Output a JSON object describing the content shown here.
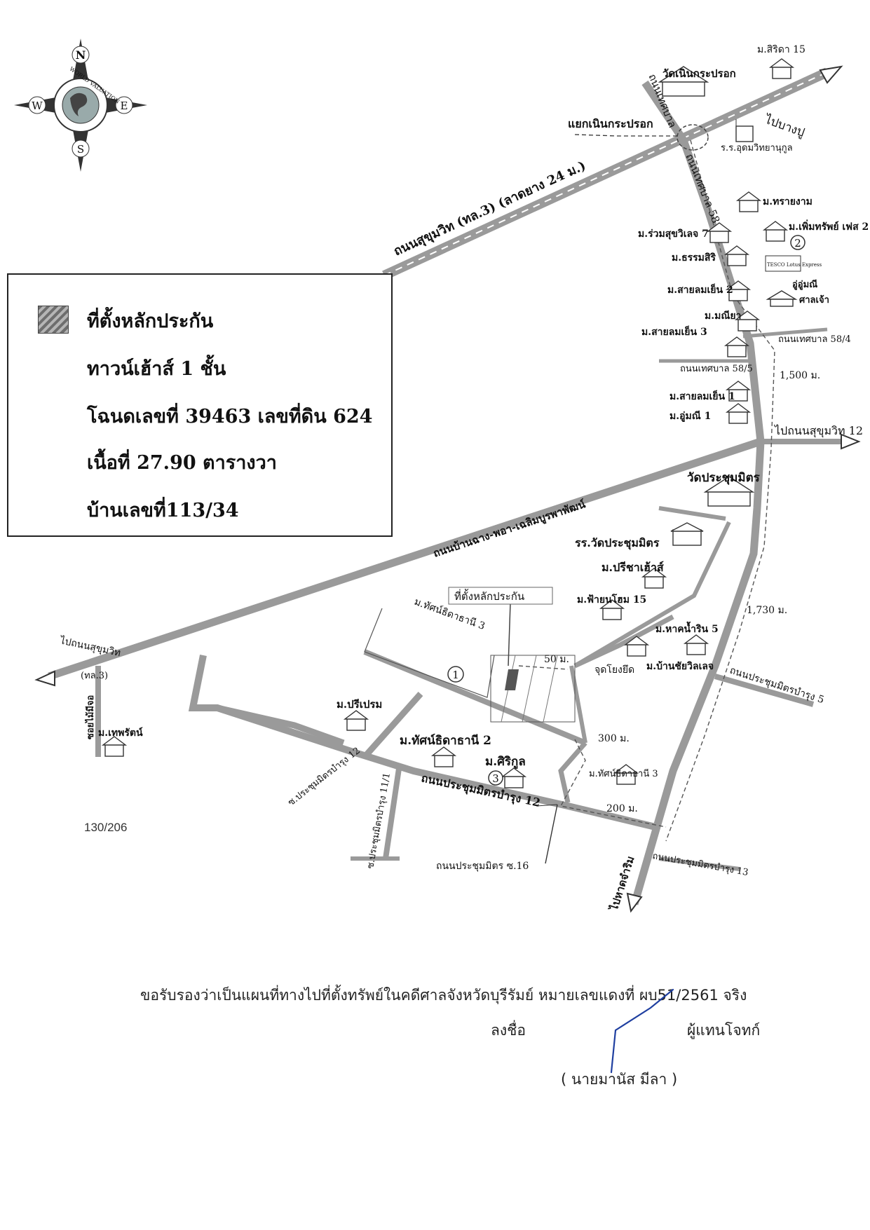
{
  "compass": {
    "north": "N",
    "south": "S",
    "east": "E",
    "west": "W",
    "ring_text": "WORLD VALUATION"
  },
  "legend": {
    "title": "ที่ตั้งหลักประกัน",
    "property_type": "ทาวน์เฮ้าส์ 1 ชั้น",
    "deed": "โฉนดเลขที่ 39463 เลขที่ดิน 624",
    "area": "เนื้อที่ 27.90 ตารางวา",
    "house_no": "บ้านเลขที่113/34"
  },
  "roads": {
    "sukhumvit": "ถนนสุขุมวิท (ทล.3) (ลาดยาง 24 ม.)",
    "to_bangpu": "ไปบางปู",
    "theparak_58": "ถนนเทศบาล 58",
    "theparak_top": "ถนนเทศบาล",
    "theparak_58_4": "ถนนเทศบาล 58/4",
    "theparak_58_5": "ถนนเทศบาล 58/5",
    "to_sukhumvit_12": "ไปถนนสุขุมวิท 12",
    "ban_chang": "ถนนบ้านฉาง-พอา-เฉลิมบูรพาพัฒน์",
    "to_sukhumvit_left": "ไปถนนสุขุมวิท",
    "tl3": "(ทล.3)",
    "soi_faimaimaek": "ซอยไม้มีจอ",
    "prachum_bamrung_12": "ถนนประชุมมิตรบำรุง 12",
    "prachum_bamrung_12_small": "ซ.ประชุมมิตรบำรุง 12",
    "prachum_bamrung_11_1": "ซ.ประชุมมิตรบำรุง 11/1",
    "prachum_bamrung_5": "ถนนประชุมมิตรบำรุง 5",
    "prachum_bamrung_13": "ถนนประชุมมิตรบำรุง 13",
    "prachum_soi_16": "ถนนประชุมมิตร ซ.16",
    "to_hat_chamrong": "ไปหาดจำริม",
    "thatsanithi_3_road": "ม.ทัศน์ธิดาธานี 3"
  },
  "landmarks": {
    "wat_noen": "วัดเนินกระปรอก",
    "m_sirita": "ม.สิริดา 15",
    "junction": "แยกเนินกระปรอก",
    "school_udom": "ร.ร.อุดมวิทยานุกูล",
    "m_saiyngam": "ม.ทรายงาม",
    "m_phoemsap": "ม.เพิ่มทรัพย์ เฟส 2",
    "m_ruamsuk": "ม.ร่วมสุขวิเลจ 7",
    "m_thamsiri": "ม.ธรรมสิริ",
    "tesco": "TESCO Lotus Express",
    "m_sailom_2": "ม.สายลมเย็น 2",
    "uyumni": "อู่อู่มณี",
    "sanchao": "ศาลเจ้า",
    "m_mani": "ม.มณียา",
    "m_sailom_3": "ม.สายลมเย็น 3",
    "m_sailom_1": "ม.สายลมเย็น 1",
    "m_uyumni_1": "ม.อู่มณี 1",
    "wat_prachum": "วัดประชุมมิตร",
    "school_prachum": "รร.วัดประชุมมิตร",
    "m_pricha": "ม.ปรีชาเฮ้าส์",
    "m_fayen": "ม.ฟ้ายนโฮม 15",
    "m_hakhamrin": "ม.หาคน้ำริน 5",
    "m_banchai": "ม.บ้านชัยวิลเลจ",
    "judyongyud": "จุดโยงยึด",
    "m_priprem": "ม.ปรีเปรม",
    "m_thatsanithi_2": "ม.ทัศน์ธิดาธานี 2",
    "m_sirikul": "ม.ศิริกูล",
    "m_thatsanithi_3": "ม.ทัศน์ธิดาธานี 3",
    "m_theparat": "ม.เทพรัตน์",
    "property_callout": "ที่ตั้งหลักประกัน"
  },
  "distances": {
    "d1500": "1,500 ม.",
    "d1730": "1,730 ม.",
    "d50": "50 ม.",
    "d300": "300 ม.",
    "d200": "200 ม."
  },
  "markers": {
    "m1": "1",
    "m2": "2",
    "m3": "3"
  },
  "page_ref": "130/206",
  "footer": {
    "certify": "ขอรับรองว่าเป็นแผนที่ทางไปที่ตั้งทรัพย์ในคดีศาลจังหวัดบุรีรัมย์ หมายเลขแดงที่ ผบ51/2561 จริง",
    "sign": "ลงชื่อ",
    "role": "ผู้แทนโจทก์",
    "name": "( นายมานัส มีลา )"
  },
  "colors": {
    "road": "#9a9a9a",
    "signature_ink": "#1f3fa0"
  }
}
